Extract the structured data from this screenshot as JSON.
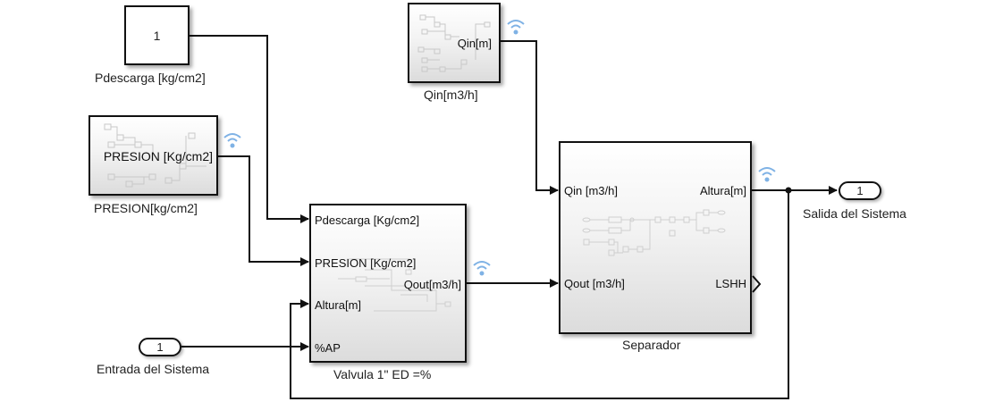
{
  "diagram": {
    "blocks": {
      "pdescarga_const": {
        "value": "1",
        "name": "Pdescarga [kg/cm2]"
      },
      "presion_sub": {
        "port_out": "PRESION [Kg/cm2]",
        "name": "PRESION[kg/cm2]"
      },
      "qin_sub": {
        "port_out": "Qin[m]",
        "name": "Qin[m3/h]"
      },
      "valvula": {
        "name": "Valvula 1\" ED =%",
        "inputs": [
          "Pdescarga [Kg/cm2]",
          "PRESION [Kg/cm2]",
          "Altura[m]",
          "%AP"
        ],
        "output": "Qout[m3/h]"
      },
      "separador": {
        "name": "Separador",
        "inputs": [
          "Qin [m3/h]",
          "Qout [m3/h]"
        ],
        "outputs": [
          "Altura[m]",
          "LSHH"
        ]
      },
      "inport": {
        "value": "1",
        "name": "Entrada del Sistema"
      },
      "outport": {
        "value": "1",
        "name": "Salida del Sistema"
      }
    },
    "colors": {
      "wire": "#111111",
      "signal_icon": "#7fb2e5"
    }
  }
}
